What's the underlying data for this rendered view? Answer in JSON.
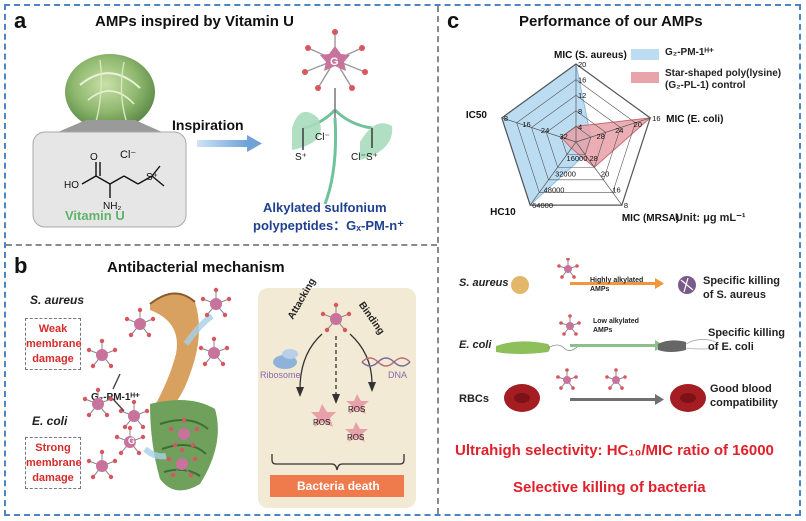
{
  "panel_a": {
    "letter": "a",
    "title": "AMPs inspired by Vitamin U",
    "inspiration_label": "Inspiration",
    "vitamin_label": "Vitamin U",
    "structure_labels": {
      "ho": "HO",
      "nh2": "NH₂",
      "cl": "Cl⁻",
      "s": "S⁺"
    },
    "product_line1": "Alkylated sulfonium",
    "product_line2": "polypeptides：Gₓ-PM-n⁺",
    "core_label": "G",
    "side_labels": [
      "S⁺",
      "Cl⁻",
      "Cl⁻",
      "S⁺"
    ]
  },
  "panel_b": {
    "letter": "b",
    "title": "Antibacterial mechanism",
    "s_aureus": "S. aureus",
    "weak_damage": [
      "Weak",
      "membrane",
      "damage"
    ],
    "e_coli": "E. coli",
    "strong_damage": [
      "Strong",
      "membrane",
      "damage"
    ],
    "polymer_label": "G₂-PM-1ᴴ⁺",
    "core_label": "G₂",
    "attacking": "Attacking",
    "binding": "Binding",
    "ribosome": "Ribosome",
    "dna": "DNA",
    "ros": "ROS",
    "bacteria_death": "Bacteria death"
  },
  "panel_c": {
    "letter": "c",
    "title": "Performance of our AMPs",
    "legend": [
      {
        "label": "G₂-PM-1ᴴ⁺",
        "color": "#bcdcf2"
      },
      {
        "label": "Star-shaped poly(lysine)",
        "label2": "(G₂-PL-1) control",
        "color": "#e9a3aa"
      }
    ],
    "unit": "Unit: μg mL⁻¹",
    "rows": [
      {
        "organism": "S. aureus",
        "agent_note": [
          "Highly alkylated",
          "AMPs"
        ],
        "result": [
          "Specific killing",
          "of S. aureus"
        ]
      },
      {
        "organism": "E. coli",
        "agent_note": [
          "Low alkylated",
          "AMPs"
        ],
        "result": [
          "Specific killing",
          "of E. coli"
        ]
      },
      {
        "organism": "RBCs",
        "agent_note": [
          "",
          ""
        ],
        "result": [
          "Good blood",
          "compatibility"
        ]
      }
    ],
    "highlight1": "Ultrahigh selectivity: HC₁₀/MIC ratio of 16000",
    "highlight2": "Selective killing of bacteria",
    "arrow_colors": [
      "#f0963c",
      "#8dbf8a",
      "#6f6f6f"
    ]
  },
  "chart_data": {
    "type": "radar",
    "axes": [
      {
        "name": "MIC (S. aureus)",
        "ticks": [
          "4",
          "8",
          "12",
          "16",
          "20"
        ]
      },
      {
        "name": "MIC (E. coli)",
        "ticks": [
          "28",
          "24",
          "20",
          "16"
        ]
      },
      {
        "name": "MIC (MRSA)",
        "ticks": [
          "28",
          "20",
          "16",
          "8"
        ]
      },
      {
        "name": "HC10",
        "ticks": [
          "16000",
          "32000",
          "48000",
          "64000"
        ]
      },
      {
        "name": "IC50",
        "ticks": [
          "32",
          "24",
          "16",
          "8"
        ]
      }
    ],
    "series": [
      {
        "name": "G₂-PM-1ᴴ⁺",
        "color": "#bcdcf2",
        "levels": [
          1.0,
          0.2,
          0.2,
          1.0,
          1.0
        ]
      },
      {
        "name": "Star-shaped poly(lysine) (G₂-PL-1) control",
        "color": "#e8a0a7",
        "levels": [
          0.2,
          1.0,
          0.4,
          0.1,
          0.2
        ]
      }
    ]
  }
}
